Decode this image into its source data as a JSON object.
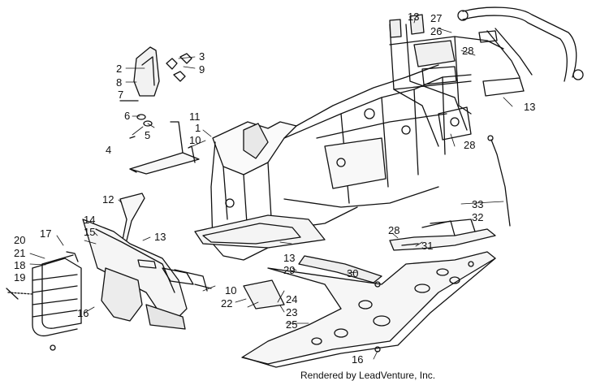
{
  "callouts": {
    "c1": "1",
    "c2": "2",
    "c3": "3",
    "c4": "4",
    "c5": "5",
    "c6": "6",
    "c7": "7",
    "c8": "8",
    "c9": "9",
    "c10a": "10",
    "c10b": "10",
    "c11": "11",
    "c12": "12",
    "c13a": "13",
    "c13b": "13",
    "c13c": "13",
    "c13d": "13",
    "c14": "14",
    "c15": "15",
    "c16a": "16",
    "c16b": "16",
    "c17": "17",
    "c18": "18",
    "c19": "19",
    "c20": "20",
    "c21": "21",
    "c22": "22",
    "c23": "23",
    "c24": "24",
    "c25": "25",
    "c26": "26",
    "c27": "27",
    "c28a": "28",
    "c28b": "28",
    "c28c": "28",
    "c29": "29",
    "c30": "30",
    "c31": "31",
    "c32": "32",
    "c33": "33"
  },
  "footer": "Rendered by LeadVenture, Inc."
}
